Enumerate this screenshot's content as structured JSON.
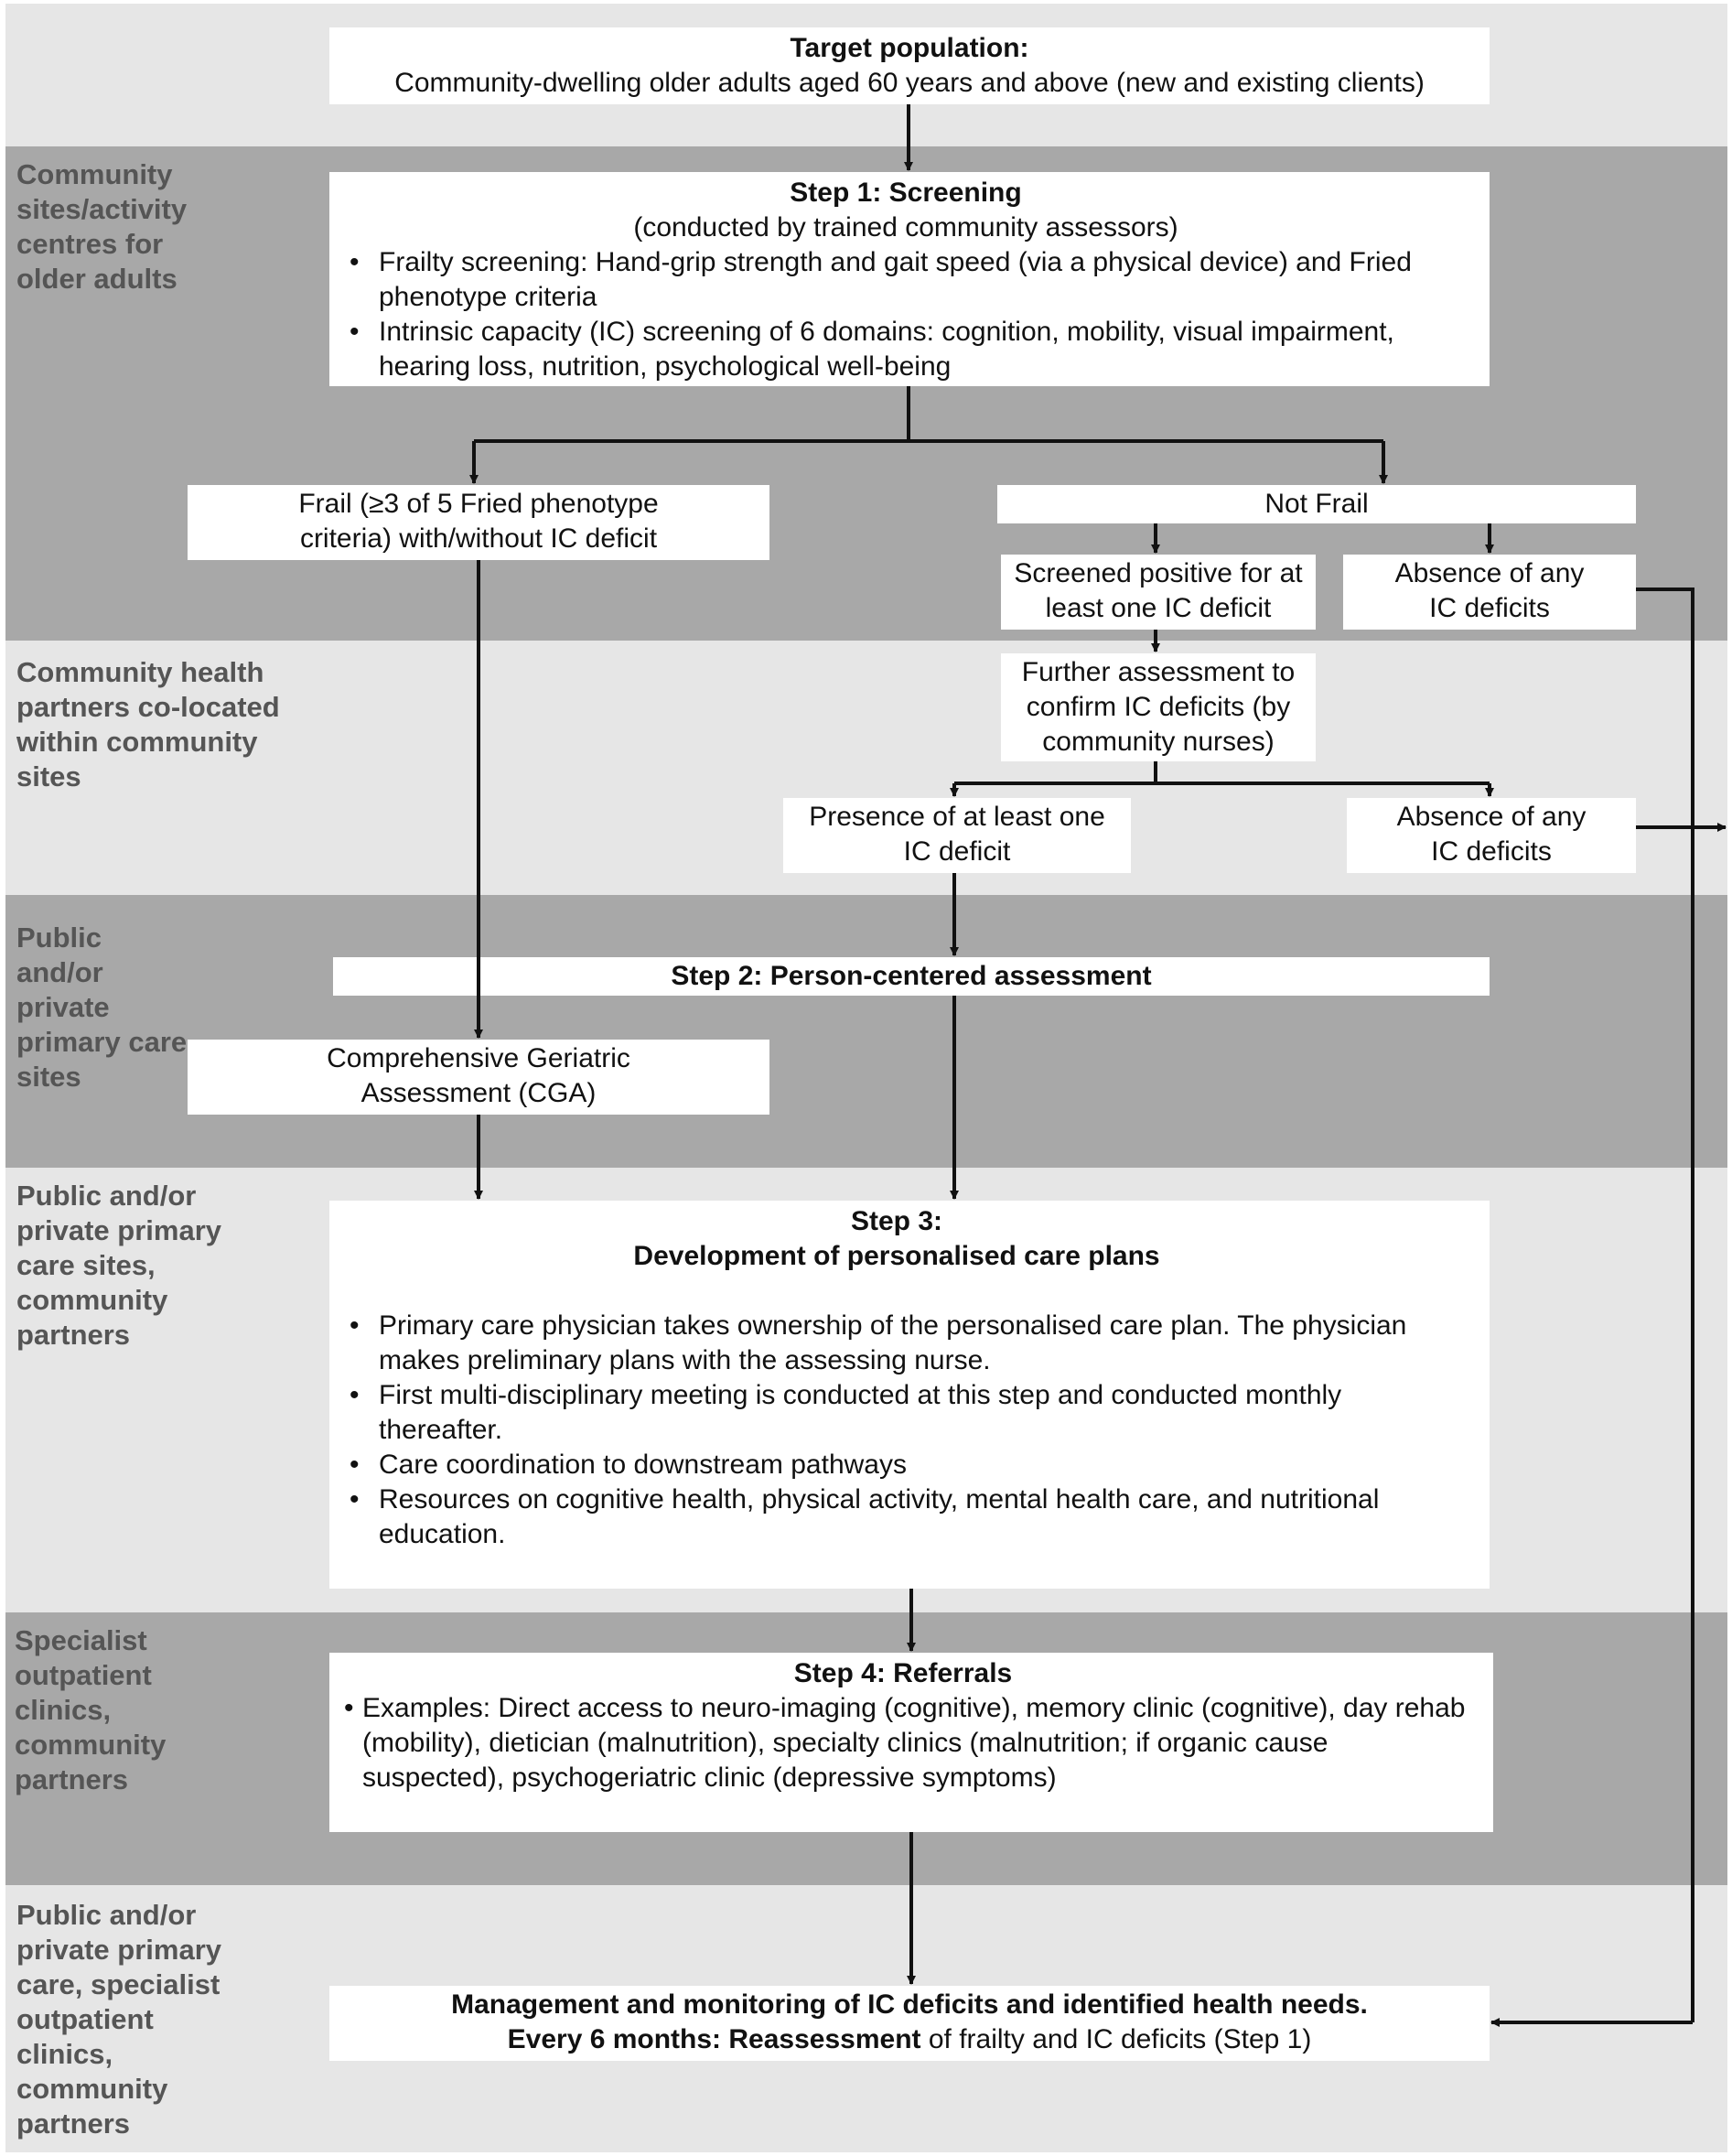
{
  "lanes": [
    "",
    "Community sites/activity centres for older adults",
    "Community health partners co-located within community sites",
    "Public and/or private primary care sites",
    "Public and/or private primary care sites, community partners",
    "Specialist outpatient clinics, community partners",
    "Public and/or private primary care, specialist outpatient clinics, community partners"
  ],
  "target": {
    "title": "Target population:",
    "text": "Community-dwelling older adults aged 60 years and above (new and existing clients)"
  },
  "step1": {
    "title": "Step 1: Screening",
    "subtitle": "(conducted by trained community assessors)",
    "bullets": [
      "Frailty screening: Hand-grip strength and gait speed (via a physical device) and Fried phenotype criteria",
      "Intrinsic capacity (IC) screening of 6 domains: cognition, mobility, visual impairment, hearing loss, nutrition, psychological well-being"
    ]
  },
  "frail": "Frail (≥3 of 5 Fried phenotype criteria) with/without IC deficit",
  "not_frail": "Not Frail",
  "screened_positive": "Screened positive for at least one IC deficit",
  "absence1": "Absence of any IC deficits",
  "further": "Further assessment to confirm IC deficits (by community nurses)",
  "presence": "Presence of at least one IC deficit",
  "absence2": "Absence of any IC deficits",
  "step2": "Step 2: Person-centered assessment",
  "cga": "Comprehensive Geriatric Assessment (CGA)",
  "step3": {
    "title": "Step 3:",
    "subtitle": "Development of personalised care plans",
    "bullets": [
      "Primary care physician takes ownership of the personalised care plan. The physician makes preliminary plans with the assessing nurse.",
      "First multi-disciplinary meeting is conducted at this step and conducted monthly thereafter.",
      "Care coordination to downstream pathways",
      "Resources on cognitive health, physical activity, mental health care, and nutritional education."
    ]
  },
  "step4": {
    "title_bold": "Step 4",
    "title_rest": ": Referrals",
    "bullets": [
      "Examples: Direct access to neuro-imaging (cognitive), memory clinic (cognitive), day rehab (mobility), dietician (malnutrition), specialty clinics (malnutrition; if organic cause suspected), psychogeriatric clinic (depressive symptoms)"
    ]
  },
  "management": {
    "line1": "Management and monitoring of IC deficits and identified health needs.",
    "line2_bold": "Every 6 months: Reassessment",
    "line2_rest": " of frailty and IC deficits (Step 1)"
  },
  "colors": {
    "band_light": "#e6e6e6",
    "band_dark": "#a8a8a8",
    "label_gray": "#555555",
    "line": "#111111"
  }
}
